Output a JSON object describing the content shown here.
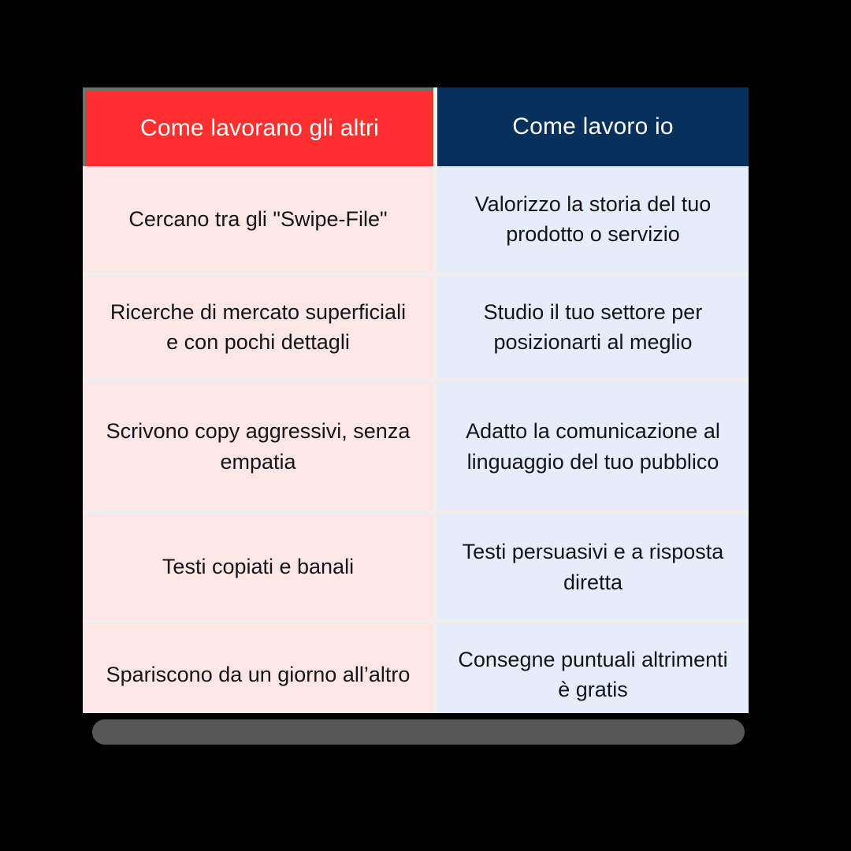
{
  "theme": {
    "page_background": "#000000",
    "left_header_color": "#fd2f2f",
    "right_header_color": "#07315c",
    "left_cell_color": "#fde7e6",
    "right_cell_color": "#e5edfb",
    "divider_color": "#f0efed",
    "header_border_color": "#6e6e6e",
    "text_color": "#15141a",
    "header_text_color": "#ffffff",
    "scrollbar_thumb_color": "#575757"
  },
  "table": {
    "headers": {
      "left": "Come lavorano gli altri",
      "right": "Come lavoro io"
    },
    "rows": [
      {
        "left": "Cercano tra gli \"Swipe-File\"",
        "right": "Valorizzo la storia del tuo prodotto o servizio"
      },
      {
        "left": "Ricerche di mercato superficiali e con pochi dettagli",
        "right": "Studio il tuo settore per posizionarti al meglio"
      },
      {
        "left": "Scrivono copy aggressivi, senza empatia",
        "right": "Adatto la comunicazione al linguaggio del tuo pubblico"
      },
      {
        "left": "Testi copiati e banali",
        "right": "Testi persuasivi e a risposta diretta"
      },
      {
        "left": "Spariscono da un giorno all’altro",
        "right": "Consegne puntuali altrimenti è gratis"
      }
    ]
  },
  "scrollbar": {
    "orientation": "horizontal",
    "thumb_label": ""
  }
}
